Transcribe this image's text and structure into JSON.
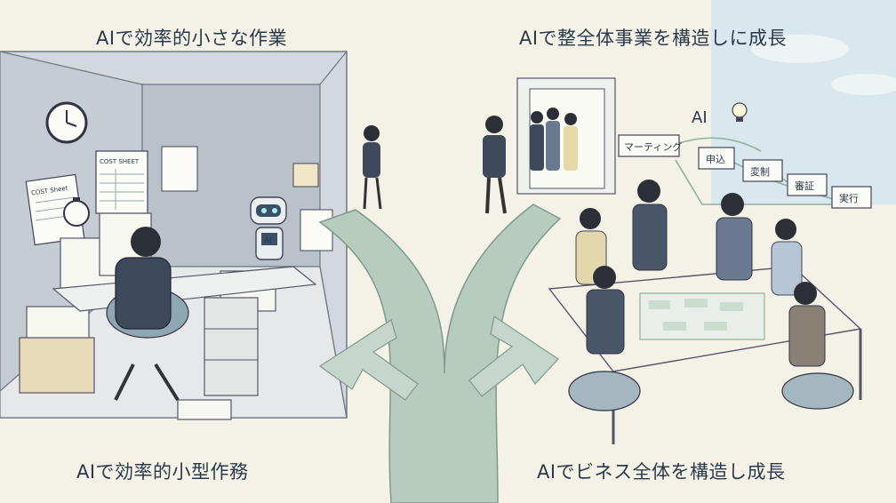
{
  "captions": {
    "top_left": "AIで効率的小さな作業",
    "top_right": "AIで整全体事業を構造しに成長",
    "bottom_left": "AIで効率的小型作務",
    "bottom_right": "AIでビネス全体を構造し成長"
  },
  "left_scene": {
    "sheet_1": "COST Sheet",
    "sheet_2": "COST SHEET",
    "robot_badge": "AI"
  },
  "right_scene": {
    "ai_label": "AI",
    "flow_boxes": [
      "マーティング",
      "申込",
      "変制",
      "審証",
      "実行"
    ]
  },
  "colors": {
    "accent": "#8fb0a0",
    "path": "#a9c4b6",
    "wall": "#c9ced4",
    "navy_text": "#2b3a4a"
  }
}
